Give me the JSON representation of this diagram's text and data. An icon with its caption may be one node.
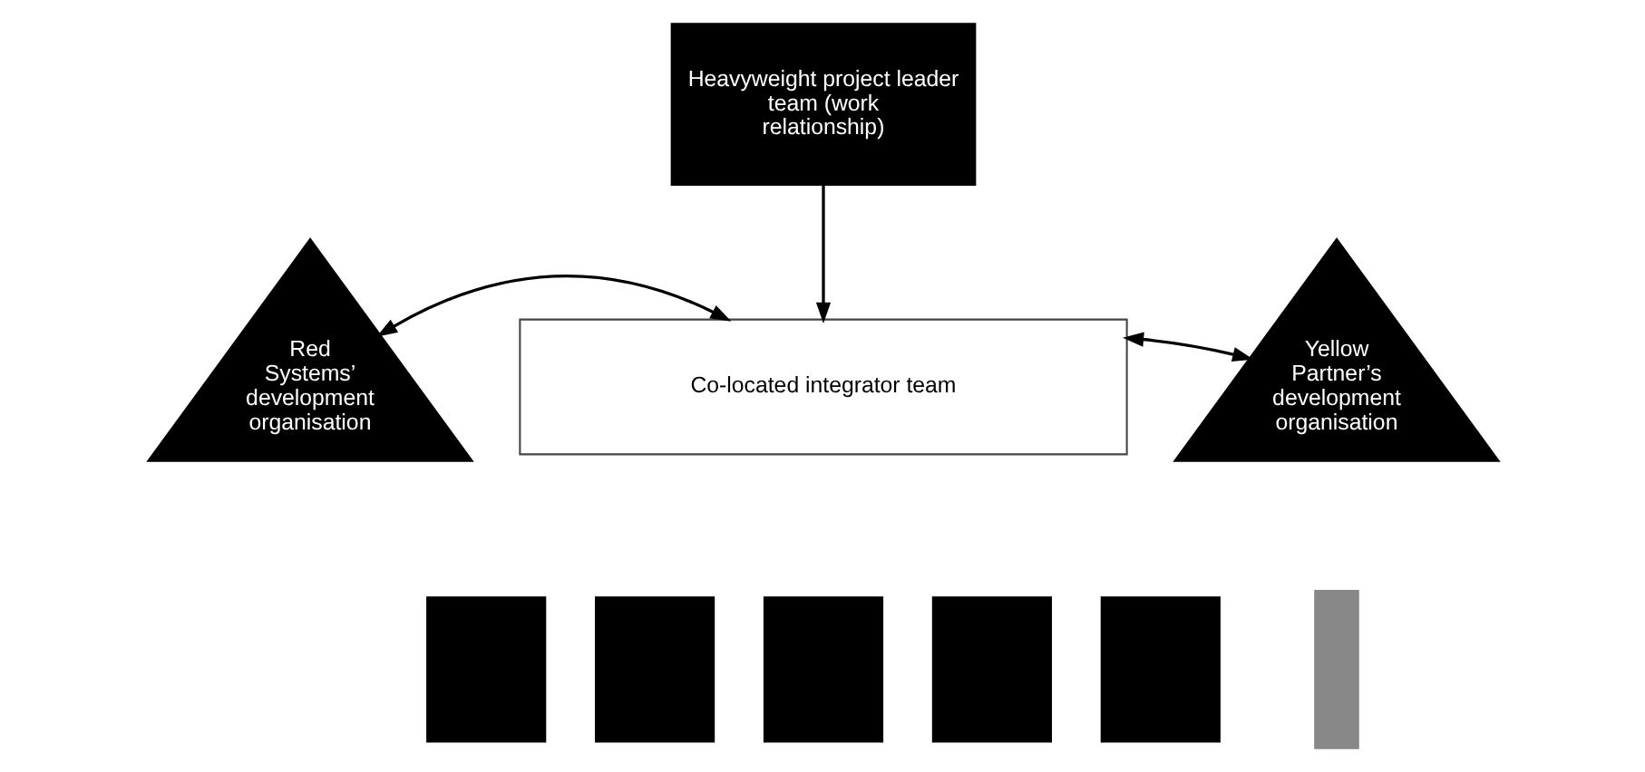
{
  "diagram": {
    "nodes": [
      {
        "text": [
          "Heavyweight project leader team (work relationship)"
        ]
      },
      {
        "text": [
          "Red Systems’ development organisation"
        ]
      },
      {
        "text": [
          "Co-located integrator team"
        ]
      },
      {
        "text": [
          "Yellow Partner’s development organisation"
        ]
      },
      {
        "text": [],
        "shape": "box"
      },
      {
        "text": [],
        "shape": "box"
      },
      {
        "text": [],
        "shape": "box"
      },
      {
        "text": [],
        "shape": "box"
      },
      {
        "text": [],
        "shape": "box"
      },
      {
        "text": [],
        "shape": "bar"
      }
    ],
    "edges": [
      {
        "from": 0,
        "to": 2,
        "arrow": "to"
      },
      {
        "from": 1,
        "to": 2,
        "arrow": "both"
      },
      {
        "from": 2,
        "to": 3,
        "arrow": "both"
      }
    ]
  }
}
